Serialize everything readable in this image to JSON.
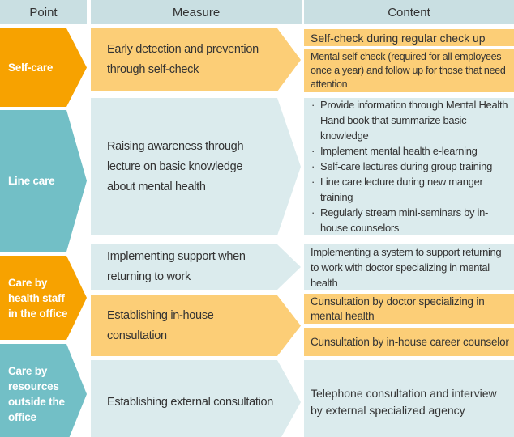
{
  "columns": {
    "point": "Point",
    "measure": "Measure",
    "content": "Content"
  },
  "bullet_char": "·",
  "colors": {
    "point_orange": "#f7a200",
    "point_teal": "#72bfc6",
    "light_orange": "#fcce77",
    "light_teal": "#dbebed",
    "header_bg": "#c9dfe2",
    "text": "#333333",
    "point_text": "#ffffff"
  },
  "rows": [
    {
      "point_label": "Self-care",
      "measure": "Early detection and prevention through self-check",
      "contents": [
        "Self-check during regular check up",
        "Mental self-check (required for all employees once a year) and follow up for those that need attention"
      ]
    },
    {
      "point_label": "Line care",
      "measure": "Raising awareness through lecture on basic knowledge about mental health",
      "content_bullets": [
        "Provide information through Mental Health Hand book that summarize basic knowledge",
        "Implement mental health e-learning",
        "Self-care lectures during group training",
        "Line care lecture during new manger training",
        "Regularly stream mini-seminars by in-house counselors"
      ]
    },
    {
      "point_label": "Care by health staff in the office",
      "measures": [
        {
          "text": "Implementing support when returning to work",
          "contents": [
            "Implementing a system to support returning to work with doctor specializing in mental health"
          ]
        },
        {
          "text": "Establishing in-house consultation",
          "contents": [
            "Cunsultation by doctor specializing in mental health",
            "Cunsultation by in-house career counselor"
          ]
        }
      ]
    },
    {
      "point_label": "Care by resources outside the office",
      "measure": "Establishing external consultation",
      "contents": [
        "Telephone consultation and interview by external specialized agency"
      ]
    }
  ]
}
